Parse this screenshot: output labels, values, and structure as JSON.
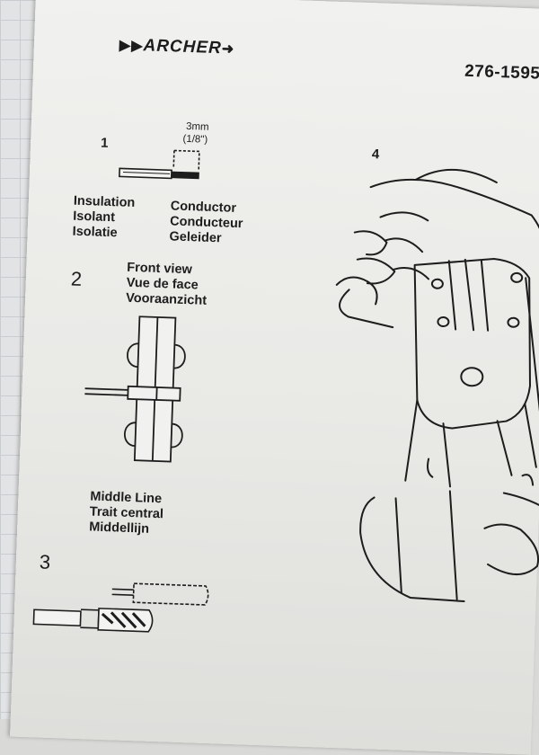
{
  "brand": {
    "name": "ARCHER"
  },
  "part_number": "276-1595",
  "step1": {
    "number": "1",
    "measure": "3mm",
    "measure_inch": "(1/8\")",
    "left_labels": [
      "Insulation",
      "Isolant",
      "Isolatie"
    ],
    "right_labels": [
      "Conductor",
      "Conducteur",
      "Geleider"
    ]
  },
  "step2": {
    "number": "2",
    "view_labels": [
      "Front view",
      "Vue de face",
      "Vooraanzicht"
    ],
    "line_labels": [
      "Middle Line",
      "Trait central",
      "Middellijn"
    ]
  },
  "step3": {
    "number": "3"
  },
  "step4": {
    "number": "4"
  }
}
